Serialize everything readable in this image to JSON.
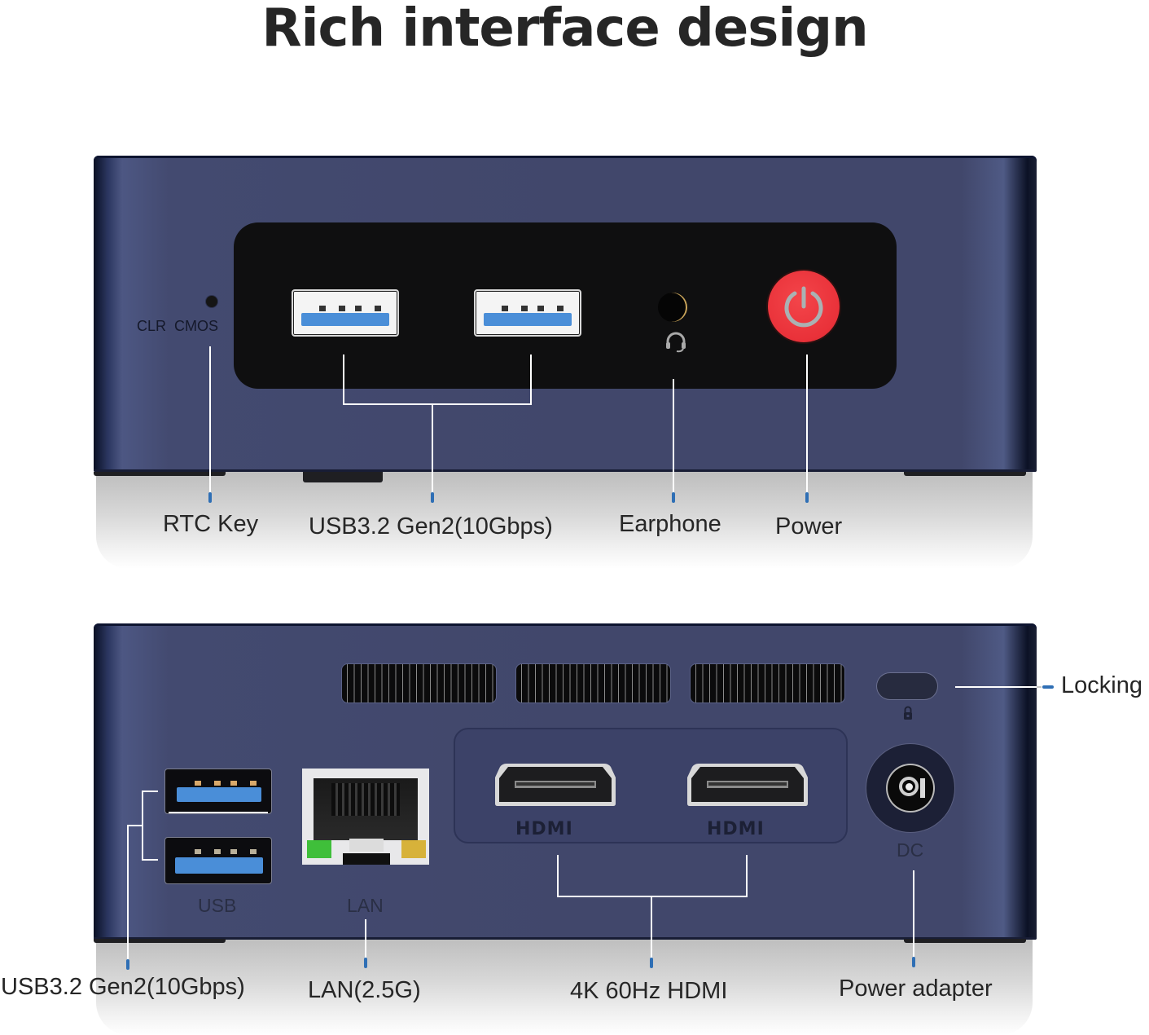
{
  "title": "Rich interface design",
  "front_panel": {
    "engraving": "CLR  CMOS",
    "labels": {
      "rtc_key": "RTC Key",
      "usb": "USB3.2 Gen2(10Gbps)",
      "earphone": "Earphone",
      "power": "Power"
    },
    "icons": [
      "usb-a-port",
      "usb-a-port",
      "audio-jack",
      "headset-icon",
      "power-icon"
    ]
  },
  "rear_panel": {
    "engravings": {
      "usb": "USB",
      "lan": "LAN",
      "hdmi_logo": "HDMI",
      "dc": "DC"
    },
    "labels": {
      "locking": "Locking",
      "usb": "USB3.2 Gen2(10Gbps)",
      "lan": "LAN(2.5G)",
      "hdmi": "4K 60Hz HDMI",
      "power_adapter": "Power adapter"
    },
    "icons": [
      "vent",
      "vent",
      "vent",
      "kensington-lock-slot",
      "lock-icon",
      "usb-a-port",
      "usb-a-port",
      "rj45-port",
      "hdmi-port",
      "hdmi-port",
      "dc-jack"
    ]
  },
  "colors": {
    "chassis": "#41476b",
    "panel": "#0f0f10",
    "usb_blue": "#4a8ed8",
    "power_red": "#e93139",
    "callout_tick": "#2f6fb5",
    "led_green": "#3fbf3a",
    "led_yellow": "#d7b23a"
  }
}
